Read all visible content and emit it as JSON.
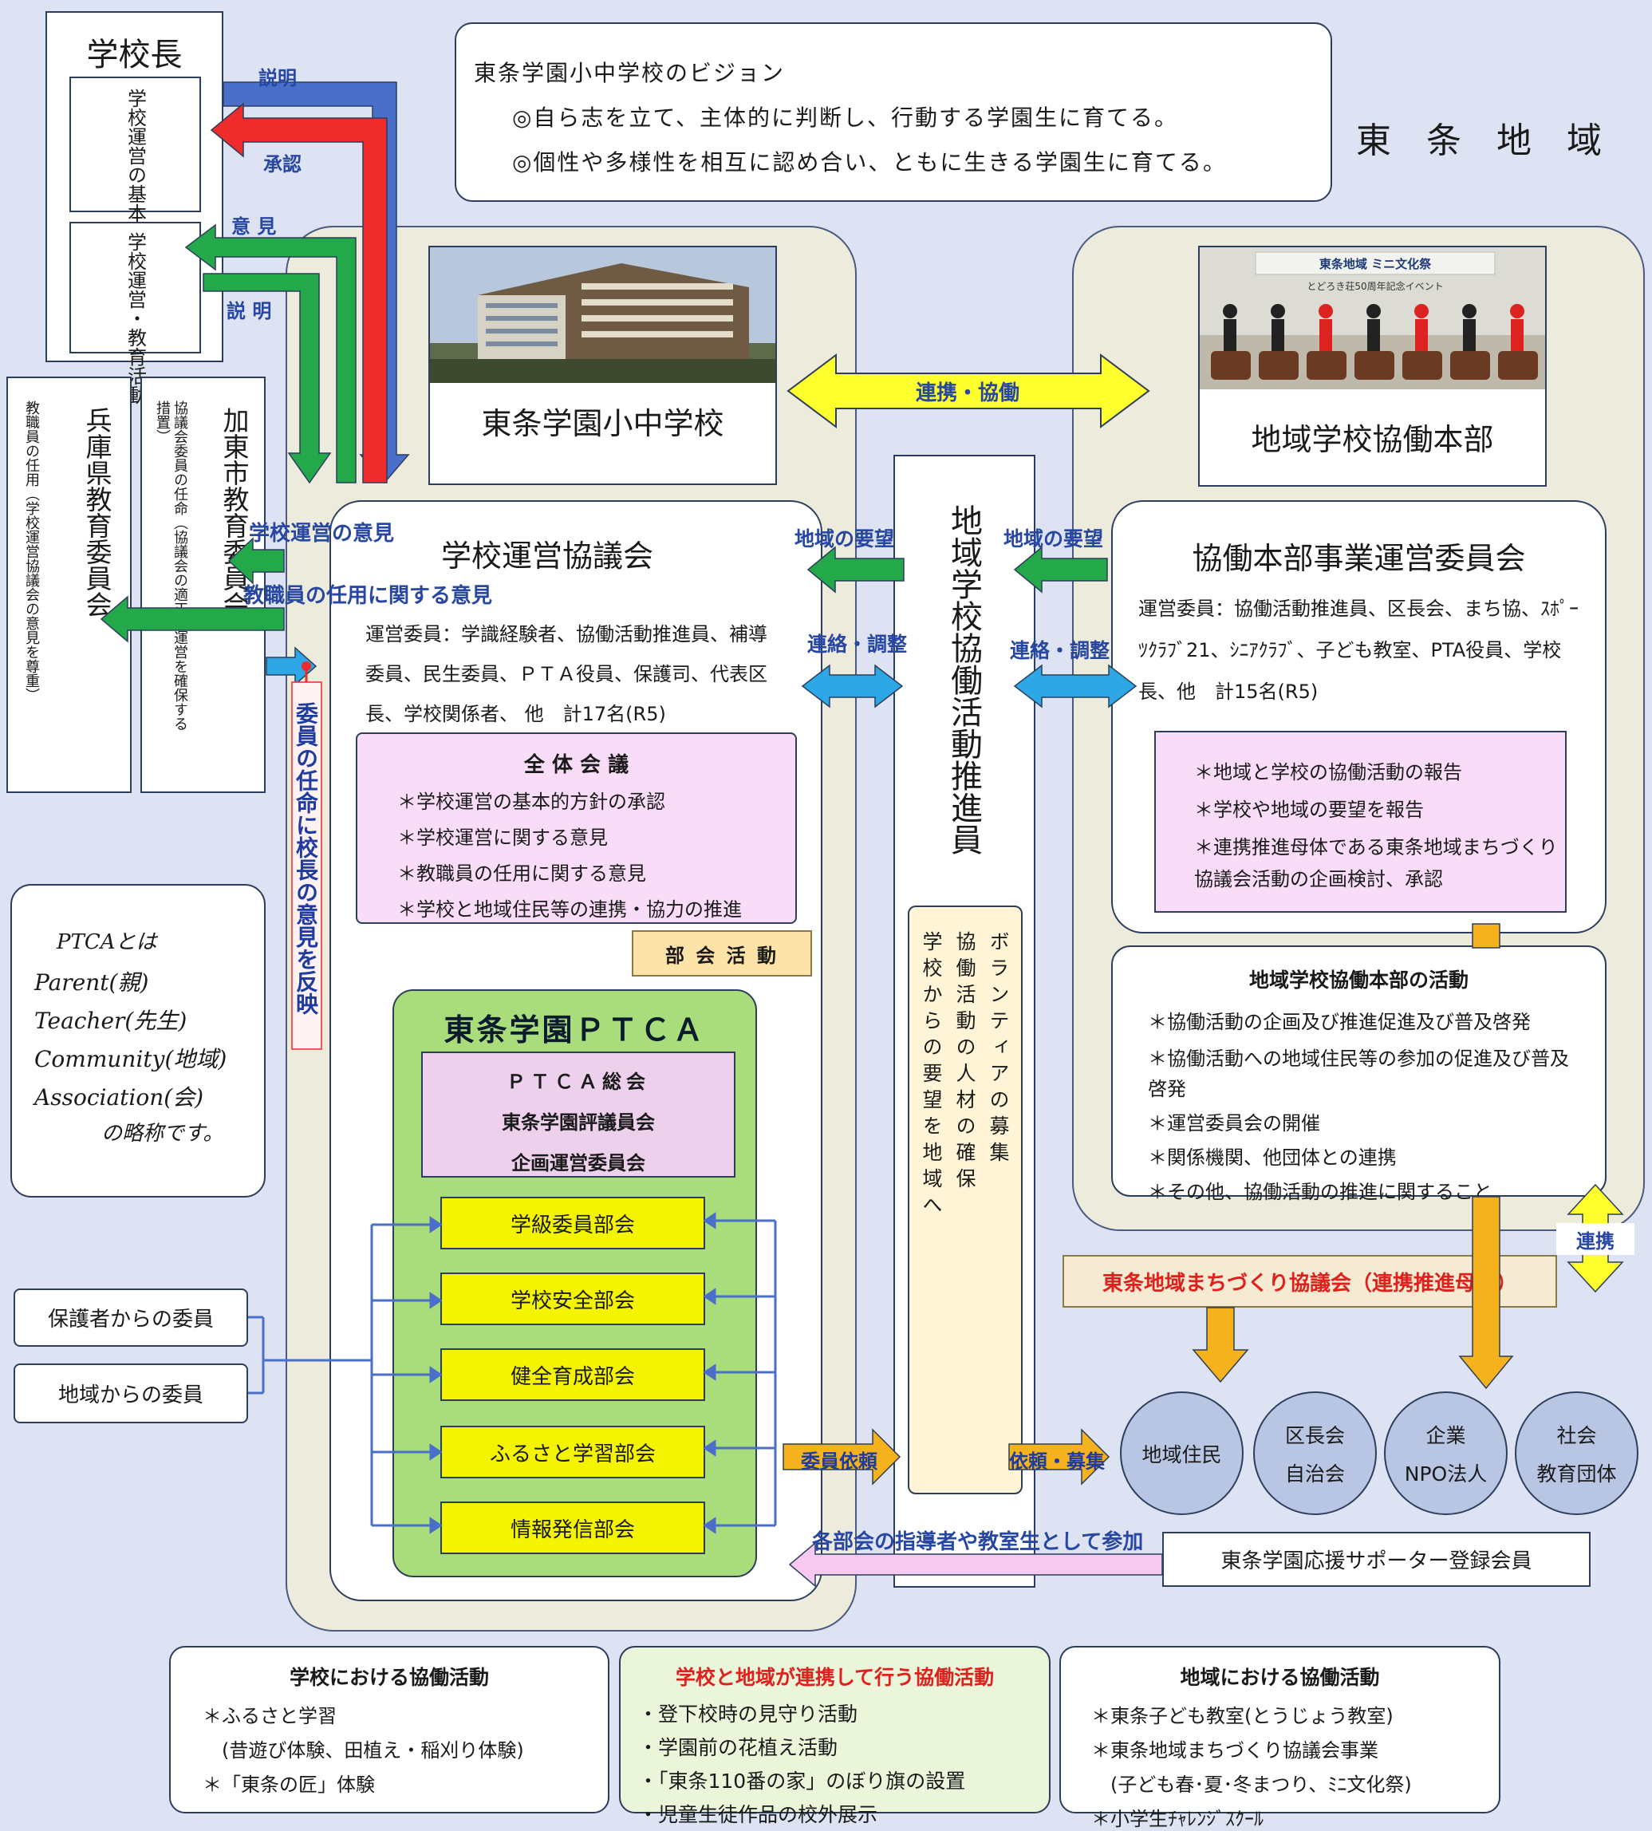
{
  "vision": {
    "title": "東条学園小中学校のビジョン",
    "lines": [
      "◎自ら志を立て、主体的に判断し、行動する学園生に育てる。",
      "◎個性や多様性を相互に認め合い、ともに生きる学園生に育てる。"
    ]
  },
  "region_label": "東　条　地　域",
  "principal": {
    "title": "学校長",
    "box1": "学校運営の基本方針",
    "box2": "学校運営・教育活動"
  },
  "arrow_labels": {
    "setsumei1": "説明",
    "shonin": "承認",
    "iken": "意 見",
    "setsumei2": "説 明",
    "unei_iken": "学校運営の意見",
    "ninyo_iken": "教職員の任用に関する意見",
    "ninmei": "委員の任命に校長の意見を反映",
    "renkei_kyodo": "連携・協働",
    "chiiki_yobo": "地域の要望",
    "renraku_chosei": "連絡・調整",
    "renkei": "連携",
    "iin_irai": "委員依頼",
    "irai_boshu": "依頼・募集",
    "shido": "各部会の指導者や教室生として参加"
  },
  "hyogo": {
    "title": "兵庫県教育委員会",
    "sub": "教職員の任用（学校運営協議会の意見を尊重）"
  },
  "kato": {
    "title": "加東市教育委員会",
    "sub": "協議会委員の任命（協議会の適正な運営を確保する措置）"
  },
  "school_name": "東条学園小中学校",
  "honbu_name": "地域学校協働本部",
  "festival_photo": {
    "banner": "東条地域 ミニ文化祭",
    "sub": "とどろき荘50周年記念イベント"
  },
  "council": {
    "title": "学校運営協議会",
    "members": "運営委員：学識経験者、協働活動推進員、補導委員、民生委員、ＰＴＡ役員、保護司、代表区長、学校関係者、 他　計17名(R5)",
    "plenary_title": "全 体 会 議",
    "plenary_items": [
      "＊学校運営の基本的方針の承認",
      "＊学校運営に関する意見",
      "＊教職員の任用に関する意見",
      "＊学校と地域住民等の連携・協力の推進"
    ],
    "bukai": "部 会 活 動"
  },
  "coordinator": {
    "title": "地域学校協働活動推進員",
    "volunteer_cols": [
      "ボランティアの募集",
      "協働活動の人材の確保",
      "学校からの要望を地域へ"
    ]
  },
  "committee": {
    "title": "協働本部事業運営委員会",
    "members": "運営委員：協働活動推進員、区長会、まち協、ｽﾎﾟｰﾂｸﾗﾌﾞ21、ｼﾆｱｸﾗﾌﾞ、子ども教室、PTA役員、学校長、他　計15名(R5)",
    "items": [
      "＊地域と学校の協働活動の報告",
      "＊学校や地域の要望を報告",
      "＊連携推進母体である東条地域まちづくり協議会活動の企画検討、承認"
    ]
  },
  "honbu_activity": {
    "title": "地域学校協働本部の活動",
    "items": [
      "＊協働活動の企画及び推進促進及び普及啓発",
      "＊協働活動への地域住民等の参加の促進及び普及啓発",
      "＊運営委員会の開催",
      "＊関係機関、他団体との連携",
      "＊その他、協働活動の推進に関すること"
    ]
  },
  "machizukuri": "東条地域まちづくり協議会（連携推進母体）",
  "ptca_note": {
    "lines": [
      "PTCAとは",
      "Parent(親)",
      "Teacher(先生)",
      "Community(地域)",
      "Association(会)",
      "の略称です。"
    ]
  },
  "ptca": {
    "title": "東条学園ＰＴＣＡ",
    "general": [
      "ＰＴＣＡ総会",
      "東条学園評議員会",
      "企画運営委員会"
    ],
    "bukai": [
      "学級委員部会",
      "学校安全部会",
      "健全育成部会",
      "ふるさと学習部会",
      "情報発信部会"
    ]
  },
  "members_from": [
    "保護者からの委員",
    "地域からの委員"
  ],
  "circles": [
    {
      "lines": [
        "地域住民"
      ]
    },
    {
      "lines": [
        "区長会",
        "自治会"
      ]
    },
    {
      "lines": [
        "企業",
        "NPO法人"
      ]
    },
    {
      "lines": [
        "社会",
        "教育団体"
      ]
    }
  ],
  "supporters": "東条学園応援サポーター登録会員",
  "bottom": [
    {
      "title": "学校における協働活動",
      "items": [
        "＊ふるさと学習",
        "　(昔遊び体験、田植え・稲刈り体験)",
        "＊「東条の匠」体験"
      ]
    },
    {
      "title": "学校と地域が連携して行う協働活動",
      "items": [
        "・登下校時の見守り活動",
        "・学園前の花植え活動",
        "・「東条110番の家」のぼり旗の設置",
        "・児童生徒作品の校外展示"
      ]
    },
    {
      "title": "地域における協働活動",
      "items": [
        "＊東条子ども教室(とうじょう教室)",
        "＊東条地域まちづくり協議会事業",
        "　(子ども春･夏･冬まつり、ﾐﾆ文化祭)",
        "＊小学生ﾁｬﾚﾝｼﾞｽｸｰﾙ"
      ]
    }
  ],
  "colors": {
    "blue": "#4a6fc8",
    "red": "#ef2b2b",
    "green": "#23a84a",
    "yellow": "#ffff2e",
    "orange": "#f5b21c",
    "sky": "#2ea7e6",
    "pink": "#f7c8f0",
    "ptca_green": "#a9dc7a"
  }
}
